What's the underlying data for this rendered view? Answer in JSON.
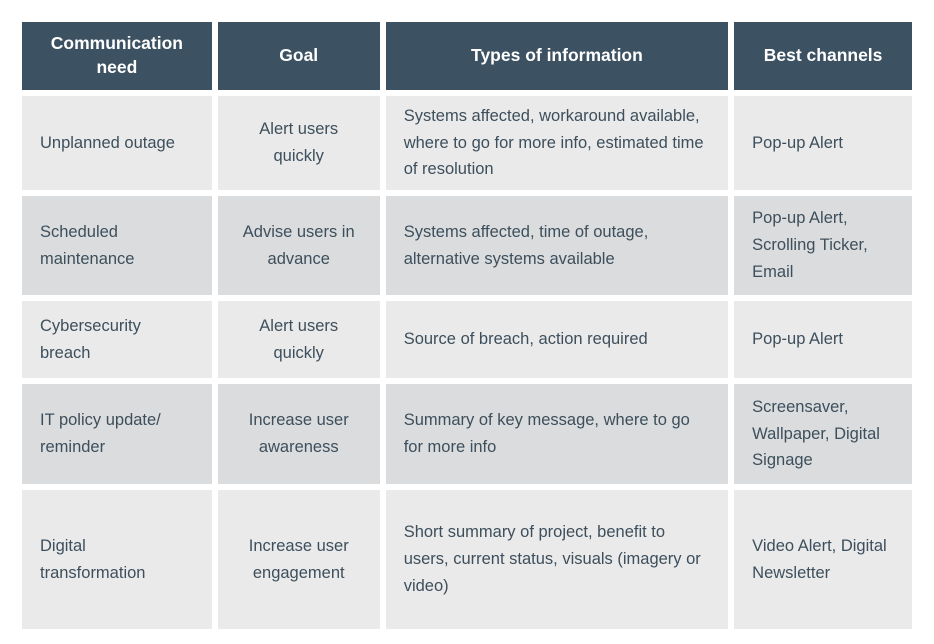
{
  "table": {
    "columns": [
      {
        "id": "communication-need",
        "label": "Communication need"
      },
      {
        "id": "goal",
        "label": "Goal"
      },
      {
        "id": "types-of-information",
        "label": "Types of information"
      },
      {
        "id": "best-channels",
        "label": "Best channels"
      }
    ],
    "rows": [
      {
        "need": "Unplanned outage",
        "goal": "Alert users quickly",
        "types": "Systems affected, workaround available, where to go for more info, estimated time of resolution",
        "channels": "Pop-up Alert"
      },
      {
        "need": "Scheduled maintenance",
        "goal": "Advise users in advance",
        "types": "Systems affected, time of outage, alternative systems available",
        "channels": "Pop-up Alert, Scrolling Ticker, Email"
      },
      {
        "need": "Cybersecurity breach",
        "goal": "Alert users quickly",
        "types": "Source of breach, action required",
        "channels": "Pop-up Alert"
      },
      {
        "need": "IT policy update/ reminder",
        "goal": "Increase user awareness",
        "types": "Summary of key message, where to go for more info",
        "channels": "Screensaver, Wallpaper, Digital Signage"
      },
      {
        "need": "Digital transformation",
        "goal": "Increase user engagement",
        "types": "Short summary of project, benefit to users, current status, visuals (imagery or video)",
        "channels": "Video Alert, Digital Newsletter"
      }
    ]
  },
  "colors": {
    "header_background": "#3c5161",
    "header_text": "#ffffff",
    "row_light": "#eaeaea",
    "row_dark": "#dadcdd",
    "body_text": "#3d4f5c",
    "page_background": "#ffffff"
  }
}
